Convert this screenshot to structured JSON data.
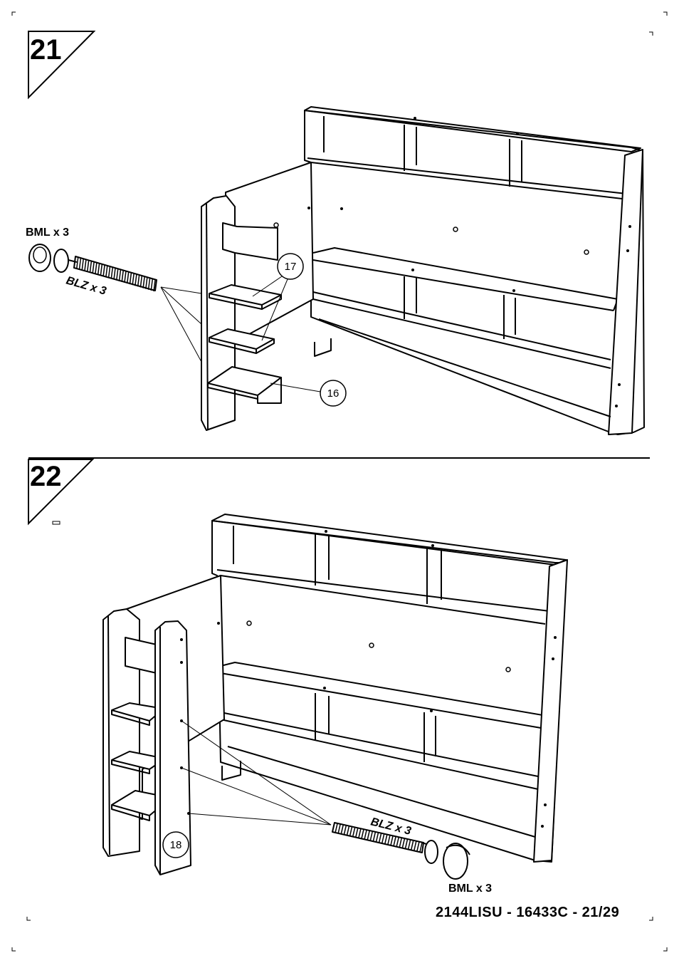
{
  "steps": [
    {
      "number": "21",
      "parts": {
        "bml_label": "BML x 3",
        "blz_label": "BLZ x 3"
      },
      "callouts": [
        "17",
        "16"
      ]
    },
    {
      "number": "22",
      "parts": {
        "blz_label": "BLZ x 3",
        "bml_label": "BML x 3"
      },
      "callouts": [
        "18"
      ]
    }
  ],
  "footer": {
    "text": "2144LISU  -  16433C  -  21/29"
  }
}
